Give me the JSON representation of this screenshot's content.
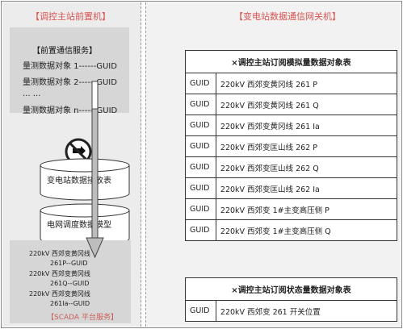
{
  "left_panel": {
    "title": "【调控主站前置机】",
    "front_service": {
      "title": "【前置通信服务】",
      "rows": [
        "量测数据对象 1------GUID",
        "量测数据对象 2------GUID",
        "... ...",
        "量测数据对象 n------GUID"
      ]
    },
    "cylinder_1_label": "变电站数据接收表",
    "cylinder_2_label": "电网调度数据模型",
    "scada": {
      "lines": [
        "220kV 西郊变黄冈线",
        "261P--GUID",
        "220kV 西郊变黄冈线",
        "261Q--GUID",
        "220kV 西郊变黄冈线",
        "261Ia--GUID"
      ],
      "label": "【SCADA 平台服务】"
    }
  },
  "right_panel": {
    "title": "【变电站数据通信网关机】",
    "analog_table": {
      "header": "×调控主站订阅模拟量数据对象表",
      "rows": [
        {
          "key": "GUID",
          "value": "220kV 西郊变黄冈线 261 P"
        },
        {
          "key": "GUID",
          "value": "220kV 西郊变黄冈线 261 Q"
        },
        {
          "key": "GUID",
          "value": "220kV 西郊变黄冈线 261 Ia"
        },
        {
          "key": "GUID",
          "value": "220kV 西郊变匡山线 262 P"
        },
        {
          "key": "GUID",
          "value": "220kV 西郊变匡山线 262 Q"
        },
        {
          "key": "GUID",
          "value": "220kV 西郊变匡山线 262 Ia"
        },
        {
          "key": "GUID",
          "value": "220kV 西郊变 1#主变高压侧 P"
        },
        {
          "key": "GUID",
          "value": "220kV 西郊变 1#主变高压侧 Q"
        }
      ]
    },
    "status_table": {
      "header": "×调控主站订阅状态量数据对象表",
      "rows": [
        {
          "key": "GUID",
          "value": "220kV 西郊变 261 开关位置"
        }
      ]
    }
  },
  "icons": {
    "exchange": "double-arrow-icon",
    "forbidden": "no-entry-icon",
    "pipe": "down-arrow-icon"
  },
  "colors": {
    "title_red": "#d9534f",
    "panel_gray": "#e2e2e2",
    "header_gray": "#bfbfbf"
  }
}
